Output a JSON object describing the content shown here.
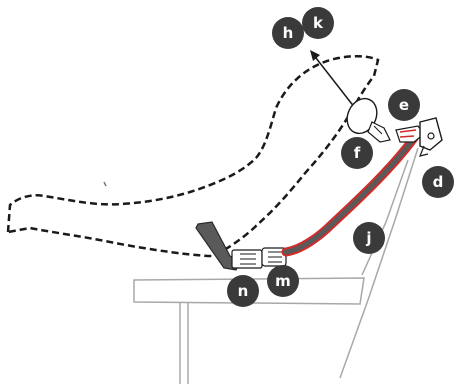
{
  "labels": {
    "h": "h",
    "k": "k",
    "e": "e",
    "f": "f",
    "d": "d",
    "j": "j",
    "m": "m",
    "n": "n"
  },
  "colors": {
    "badge": "#3a3a3a",
    "outline": "#1a1a1a",
    "strap_highlight": "#d42a2a",
    "structure": "#a8a8a8"
  }
}
